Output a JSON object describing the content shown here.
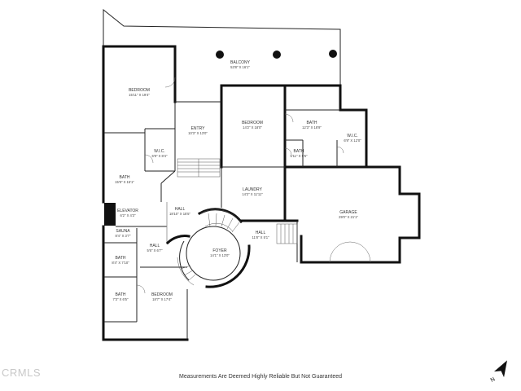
{
  "rooms": [
    {
      "name": "BALCONY",
      "dims": "53'8\" X 16'1\""
    },
    {
      "name": "BEDROOM",
      "dims": "15'11\" X 19'4\""
    },
    {
      "name": "ENTRY",
      "dims": "10'3\" X 13'0\""
    },
    {
      "name": "BEDROOM",
      "dims": "14'2\" X 18'0\""
    },
    {
      "name": "BATH",
      "dims": "12'3\" X 18'9\""
    },
    {
      "name": "W.I.C.",
      "dims": "6'9\" X 12'0\""
    },
    {
      "name": "BATH",
      "dims": "5'11\" X 5'5\""
    },
    {
      "name": "W.I.C.",
      "dims": "6'9\" X 8'4\""
    },
    {
      "name": "BATH",
      "dims": "15'9\" X 15'1\""
    },
    {
      "name": "LAUNDRY",
      "dims": "14'2\" X 11'11\""
    },
    {
      "name": "HALL",
      "dims": "18'10\" X 15'5\""
    },
    {
      "name": "ELEVATOR",
      "dims": "6'2\" X 4'3\""
    },
    {
      "name": "GARAGE",
      "dims": "29'0\" X 21'1\""
    },
    {
      "name": "HALL",
      "dims": "11'8\" X 5'1\""
    },
    {
      "name": "SAUNA",
      "dims": "8'4\" X 3'7\""
    },
    {
      "name": "HALL",
      "dims": "5'6\" X 6'7\""
    },
    {
      "name": "FOYER",
      "dims": "14'1\" X 13'0\""
    },
    {
      "name": "BATH",
      "dims": "8'4\" X 7'10\""
    },
    {
      "name": "BATH",
      "dims": "7'3\" X 6'5\""
    },
    {
      "name": "BEDROOM",
      "dims": "18'7\" X 17'4\""
    }
  ],
  "disclaimer": "Measurements Are Deemed Highly Reliable But Not Guaranteed",
  "watermark": "CRMLS",
  "compass": {
    "label": "N",
    "icon": "north-arrow-icon"
  }
}
